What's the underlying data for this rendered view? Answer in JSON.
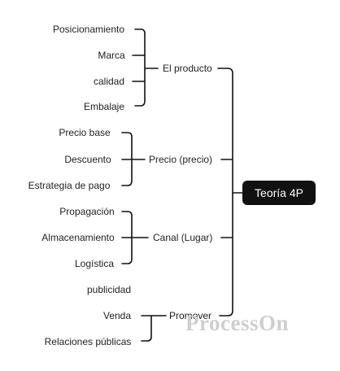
{
  "root": {
    "label": "Teoría 4P"
  },
  "branches": [
    {
      "label": "El producto",
      "leaves": [
        "Posicionamiento",
        "Marca",
        "calidad",
        "Embalaje"
      ]
    },
    {
      "label": "Precio (precio)",
      "leaves": [
        "Precio base",
        "Descuento",
        "Estrategia de pago"
      ]
    },
    {
      "label": "Canal (Lugar)",
      "leaves": [
        "Propagación",
        "Almacenamiento",
        "Logística"
      ]
    },
    {
      "label": "Promover",
      "leaves": [
        "publicidad",
        "Venda",
        "Relaciones públicas"
      ]
    }
  ],
  "watermark": {
    "text": "ProcessOn"
  },
  "colors": {
    "line": "#111111",
    "root_bg": "#111111",
    "root_text": "#ffffff",
    "watermark": "#cfcfcf"
  }
}
